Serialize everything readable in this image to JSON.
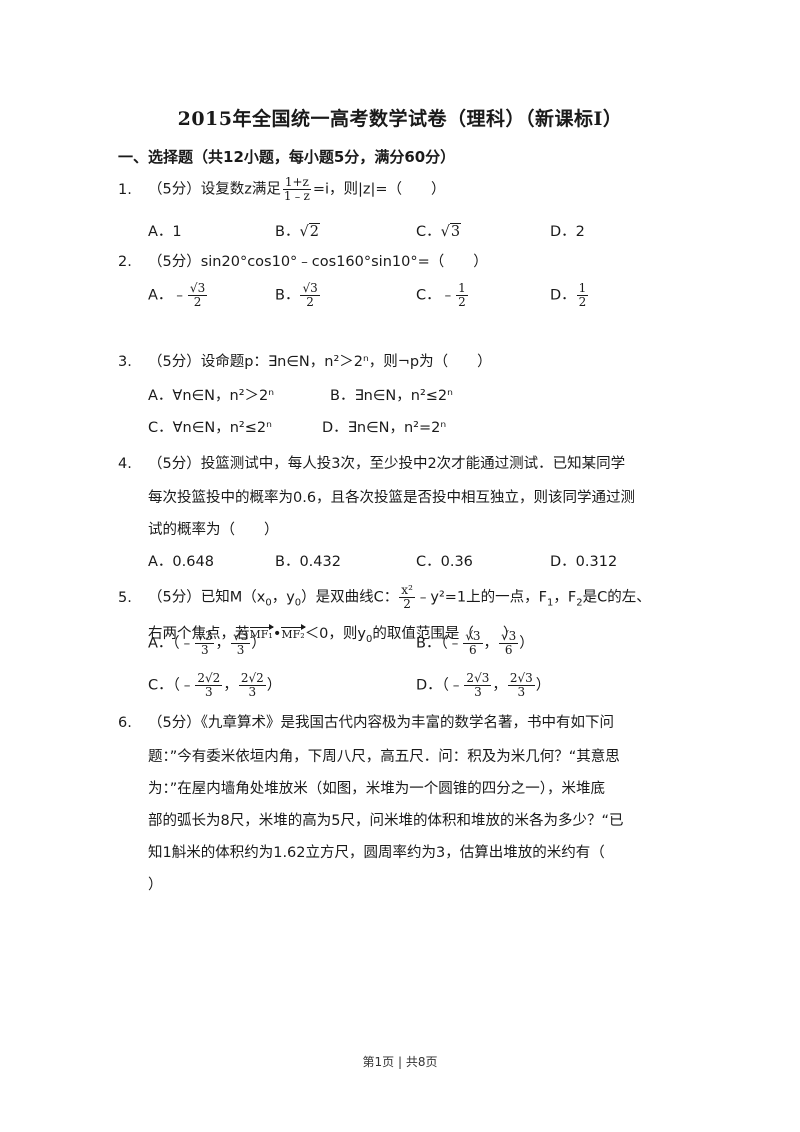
{
  "title": "2015年全国统一高考数学试卷（理科）（新课标Ⅰ）",
  "section": "一、选择题（共12小题，每小题5分，满分60分）",
  "q1": {
    "num": "1.",
    "pre": "（5分）设复数z满足",
    "frac_num": "1+z",
    "frac_den": "1﹣z",
    "post": "=i，则|z|=（　　）",
    "A": "A．1",
    "B_label": "B．",
    "B_rad": "2",
    "C_label": "C．",
    "C_rad": "3",
    "D": "D．2"
  },
  "q2": {
    "num": "2.",
    "text": "（5分）sin20°cos10°﹣cos160°sin10°=（　　）",
    "A_label": "A．",
    "A_sign": "﹣",
    "A_rad": "3",
    "A_den": "2",
    "B_label": "B．",
    "B_rad": "3",
    "B_den": "2",
    "C_label": "C．",
    "C_sign": "﹣",
    "C_num": "1",
    "C_den": "2",
    "D_label": "D．",
    "D_num": "1",
    "D_den": "2"
  },
  "q3": {
    "num": "3.",
    "text": "（5分）设命题p：∃n∈N，n²＞2ⁿ，则¬p为（　　）",
    "A": "A．∀n∈N，n²＞2ⁿ",
    "B": "B．∃n∈N，n²≤2ⁿ",
    "C": "C．∀n∈N，n²≤2ⁿ",
    "D": "D．∃n∈N，n²=2ⁿ"
  },
  "q4": {
    "num": "4.",
    "line1": "（5分）投篮测试中，每人投3次，至少投中2次才能通过测试．已知某同学",
    "line2": "每次投篮投中的概率为0.6，且各次投篮是否投中相互独立，则该同学通过测",
    "line3": "试的概率为（　　）",
    "A": "A．0.648",
    "B": "B．0.432",
    "C": "C．0.36",
    "D": "D．0.312"
  },
  "q5": {
    "num": "5.",
    "pre": "（5分）已知M（x",
    "sub0": "0",
    "mid": "，y",
    "mid2": "）是双曲线C：",
    "frac_num": "x²",
    "frac_den": "2",
    "post": "﹣y²=1上的一点，F",
    "f1": "1",
    "post2": "，F",
    "f2": "2",
    "post3": "是C的左、",
    "line2_pre": "右两个焦点，若",
    "vec1": "MF₁",
    "dot": "•",
    "vec2": "MF₂",
    "line2_post": "＜0，则y",
    "line2_sub": "0",
    "line2_end": "的取值范围是（　　）",
    "A_label": "A．",
    "B_label": "B．",
    "C_label": "C．",
    "D_label": "D．",
    "A_l_rad": "3",
    "A_l_den": "3",
    "A_r_rad": "3",
    "A_r_den": "3",
    "B_l_rad": "3",
    "B_l_den": "6",
    "B_r_rad": "3",
    "B_r_den": "6",
    "C_coef": "2",
    "C_l_rad": "2",
    "C_l_den": "3",
    "C_r_rad": "2",
    "C_r_den": "3",
    "D_coef": "2",
    "D_l_rad": "3",
    "D_l_den": "3",
    "D_r_rad": "3",
    "D_r_den": "3"
  },
  "q6": {
    "num": "6.",
    "line1": "（5分）《九章算术》是我国古代内容极为丰富的数学名著，书中有如下问",
    "line2": "题：”今有委米依垣内角，下周八尺，高五尺．问：积及为米几何？“其意思",
    "line3": "为：”在屋内墙角处堆放米（如图，米堆为一个圆锥的四分之一），米堆底",
    "line4": "部的弧长为8尺，米堆的高为5尺，问米堆的体积和堆放的米各为多少？“已",
    "line5": "知1斛米的体积约为1.62立方尺，圆周率约为3，估算出堆放的米约有（",
    "line6": "）"
  },
  "footer": "第1页 | 共8页"
}
